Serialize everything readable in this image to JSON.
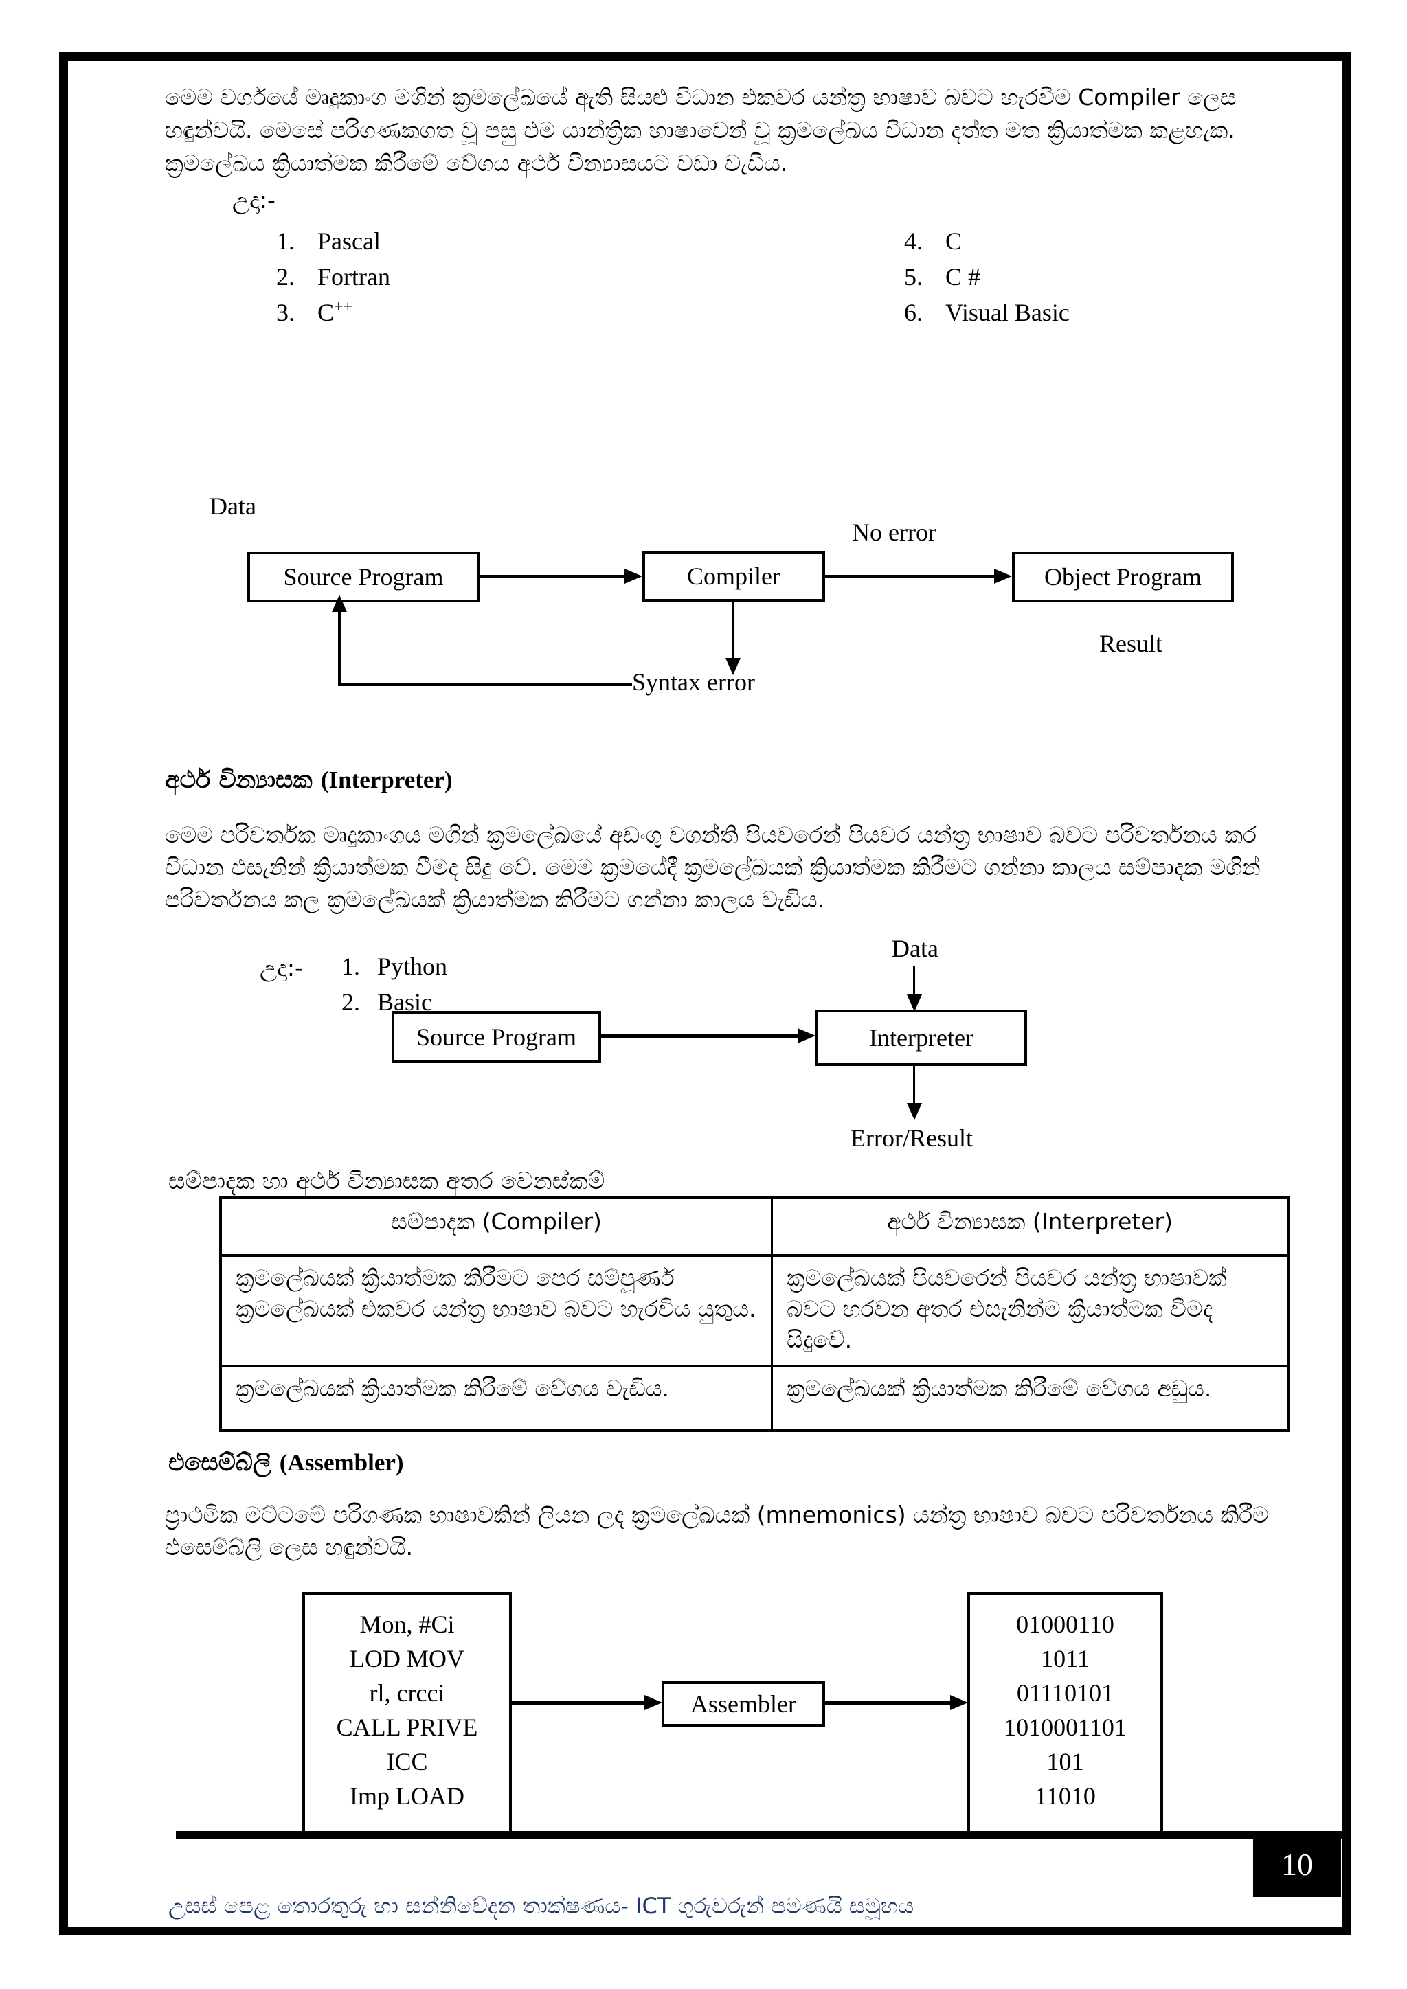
{
  "page": {
    "footer_text": "උසස් පෙළ තොරතුරු හා සන්නිවේදන තාක්ෂණය- ICT ගුරුවරුන් පමණයි සමූහය",
    "page_number": "10"
  },
  "colors": {
    "border": "#000000",
    "footer_text": "#1f3864",
    "page_number_bg": "#000000",
    "page_number_text": "#ffffff"
  },
  "compiler_section": {
    "paragraph_lines": [
      "මෙම වර්ගයේ මෘදුකාංග මගින් ක්‍රමලේඛයේ ඇති සියළු විධාන එකවර යන්ත්‍ර භාෂාව බවට හැරවීම Compiler ලෙස",
      "හඳුන්වයි. මෙසේ පරිගණකගත වූ පසු එම යාන්ත්‍රික භාෂාවෙන් වූ ක්‍රමලේඛය විධාන දත්ත මත ක්‍රියාත්මක කළහැක.",
      "ක්‍රමලේඛය ක්‍රියාත්මක කිරීමේ වේගය අර්ථ වින්‍යාසයට වඩා වැඩිය."
    ],
    "example_label": "උදා:-",
    "examples_left": [
      {
        "num": "1.",
        "name": "Pascal"
      },
      {
        "num": "2.",
        "name": "Fortran"
      },
      {
        "num": "3.",
        "name": "C",
        "sup": "++"
      }
    ],
    "examples_right": [
      {
        "num": "4.",
        "name": "C"
      },
      {
        "num": "5.",
        "name": "C #"
      },
      {
        "num": "6.",
        "name": "Visual Basic"
      }
    ],
    "diagram": {
      "data_label": "Data",
      "source_box": "Source Program",
      "compiler_box": "Compiler",
      "object_box": "Object Program",
      "no_error_label": "No error",
      "syntax_error_label": "Syntax error",
      "result_label": "Result"
    }
  },
  "interpreter_section": {
    "heading_si": "අර්ථ වින්‍යාසක",
    "heading_en": "(Interpreter)",
    "paragraph_lines": [
      "මෙම පරිවර්තක මෘදුකාංගය මගින් ක්‍රමලේඛයේ අඩංගු වගන්ති පියවරෙන් පියවර යන්ත්‍ර භාෂාව බවට පරිවර්තනය කර",
      "විධාන එසැනින් ක්‍රියාත්මක වීමද සිදු වේ. මෙම ක්‍රමයේදී ක්‍රමලේඛයක් ක්‍රියාත්මක කිරීමට ගන්නා කාලය සම්පාදක මගින්",
      "පරිවර්තනය කල ක්‍රමලේඛයක් ක්‍රියාත්මක කිරීමට ගන්නා කාලය වැඩිය."
    ],
    "example_label": "උදා:-",
    "examples": [
      {
        "num": "1.",
        "name": "Python"
      },
      {
        "num": "2.",
        "name": "Basic"
      }
    ],
    "diagram": {
      "data_label": "Data",
      "source_box": "Source Program",
      "interpreter_box": "Interpreter",
      "error_result_label": "Error/Result"
    }
  },
  "comparison": {
    "heading": "සම්පාදක හා අර්ථ වින්‍යාසක අතර වෙනස්කම්",
    "col_headers": {
      "compiler": "සම්පාදක (Compiler)",
      "interpreter": "අර්ථ වින්‍යාසක (Interpreter)"
    },
    "rows": [
      {
        "compiler": "ක්‍රමලේඛයක් ක්‍රියාත්මක කිරීමට පෙර සම්පූර්ණ ක්‍රමලේඛයක් එකවර යන්ත්‍ර භාෂාව බවට හැරවිය යුතුය.",
        "interpreter": "ක්‍රමලේඛයක් පියවරෙන් පියවර යන්ත්‍ර භාෂාවක් බවට හරවන අතර එසැනින්ම ක්‍රියාත්මක වීමද සිදුවේ."
      },
      {
        "compiler": "ක්‍රමලේඛයක් ක්‍රියාත්මක කිරීමේ වේගය වැඩිය.",
        "interpreter": "ක්‍රමලේඛයක් ක්‍රියාත්මක කිරීමේ වේගය අඩුය."
      }
    ]
  },
  "assembler_section": {
    "heading_si": "එසෙම්බ්ලි",
    "heading_en": "(Assembler)",
    "paragraph_lines": [
      "ප්‍රාථමික මට්ටමේ පරිගණක භාෂාවකින් ලියන ලද ක්‍රමලේඛයක් (mnemonics) යන්ත්‍ර භාෂාව බවට පරිවර්තනය කිරීම",
      "එසෙම්බ්ලි ලෙස හඳුන්වයි."
    ],
    "diagram": {
      "source_lines": [
        "Mon, #Ci",
        "LOD MOV",
        "rl, crcci",
        "CALL PRIVE",
        "ICC",
        "Imp LOAD"
      ],
      "assembler_box": "Assembler",
      "output_lines": [
        "01000110",
        "1011",
        "01110101",
        "1010001101",
        "101",
        "11010"
      ]
    }
  }
}
